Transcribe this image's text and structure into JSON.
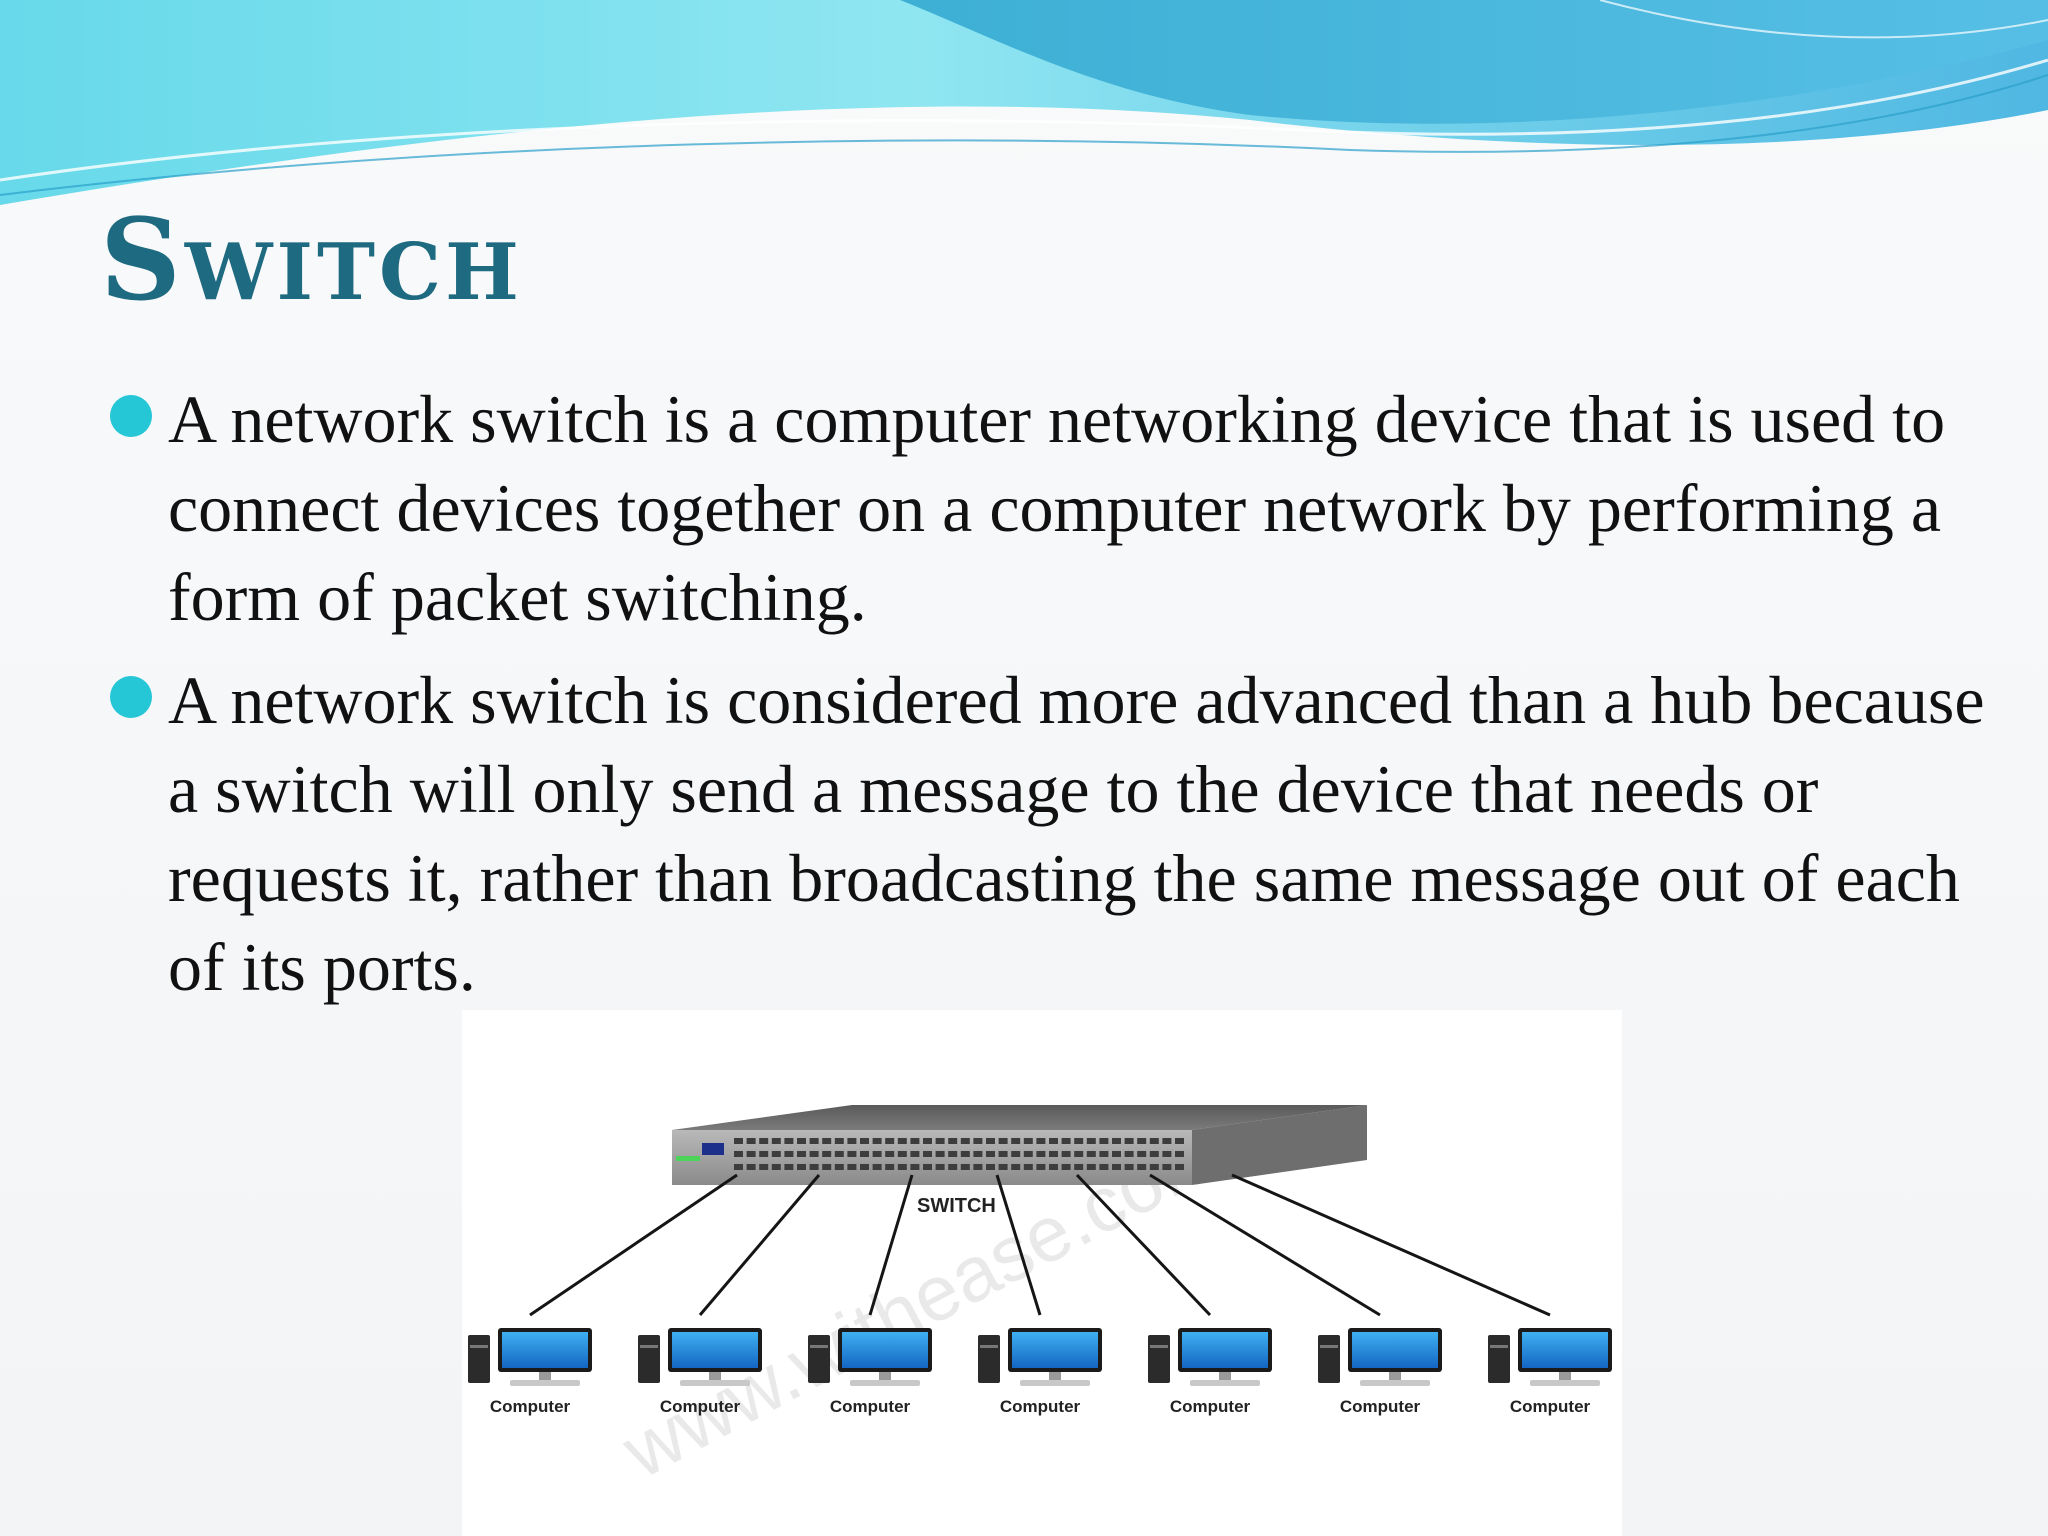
{
  "slide": {
    "title": "Switch",
    "bullets": [
      "A network switch is a computer networking device that is used to connect devices together on a computer network by performing a form of packet switching.",
      "A network switch is considered more advanced than a hub because a switch will only send a message to the device that needs or requests it, rather than broadcasting the same message out of each of its ports."
    ]
  },
  "diagram": {
    "switch_label": "SWITCH",
    "computers": [
      "Computer",
      "Computer",
      "Computer",
      "Computer",
      "Computer",
      "Computer",
      "Computer"
    ],
    "watermark": "www.withease.com"
  },
  "colors": {
    "title": "#1e6a80",
    "bullet": "#25c6d6",
    "text": "#111111",
    "wave_dark": "#38a9d6",
    "wave_light": "#8fe3f0",
    "monitor": "#1f86d6"
  }
}
